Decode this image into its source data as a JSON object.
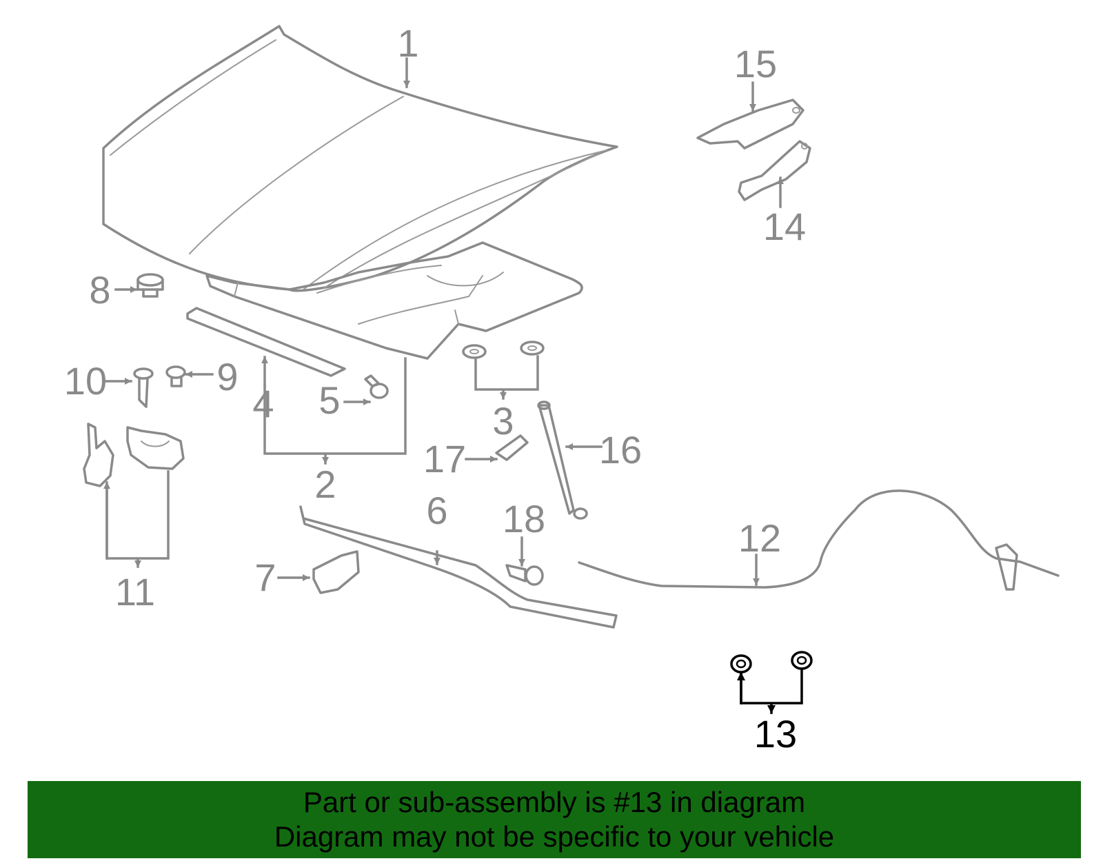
{
  "diagram": {
    "callouts": [
      {
        "id": "1",
        "label": "1"
      },
      {
        "id": "2",
        "label": "2"
      },
      {
        "id": "3",
        "label": "3"
      },
      {
        "id": "4",
        "label": "4"
      },
      {
        "id": "5",
        "label": "5"
      },
      {
        "id": "6",
        "label": "6"
      },
      {
        "id": "7",
        "label": "7"
      },
      {
        "id": "8",
        "label": "8"
      },
      {
        "id": "9",
        "label": "9"
      },
      {
        "id": "10",
        "label": "10"
      },
      {
        "id": "11",
        "label": "11"
      },
      {
        "id": "12",
        "label": "12"
      },
      {
        "id": "13",
        "label": "13",
        "highlighted": true
      },
      {
        "id": "14",
        "label": "14"
      },
      {
        "id": "15",
        "label": "15"
      },
      {
        "id": "16",
        "label": "16"
      },
      {
        "id": "17",
        "label": "17"
      },
      {
        "id": "18",
        "label": "18"
      }
    ],
    "colors": {
      "line": "#8a8a8a",
      "highlight": "#000000",
      "banner_background": "#136b11",
      "banner_text": "#000000"
    }
  },
  "banner": {
    "line1": "Part or sub-assembly is #13 in diagram",
    "line2": "Diagram may not be specific to your vehicle"
  }
}
